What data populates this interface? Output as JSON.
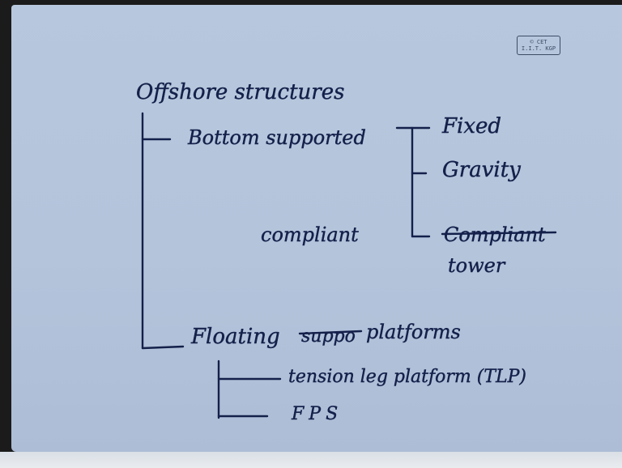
{
  "stamp": {
    "line1": "© CET",
    "line2": "I.I.T. KGP"
  },
  "notes": {
    "title": "Offshore structures",
    "bottom_supported": "Bottom supported",
    "fixed": "Fixed",
    "gravity": "Gravity",
    "compliant": "compliant",
    "compliant_struck": "Compliant",
    "tower": "tower",
    "floating": "Floating",
    "floating_struck": "suppo",
    "platforms": "platforms",
    "tlp": "tension leg platform (TLP)",
    "fps": "FPS"
  }
}
